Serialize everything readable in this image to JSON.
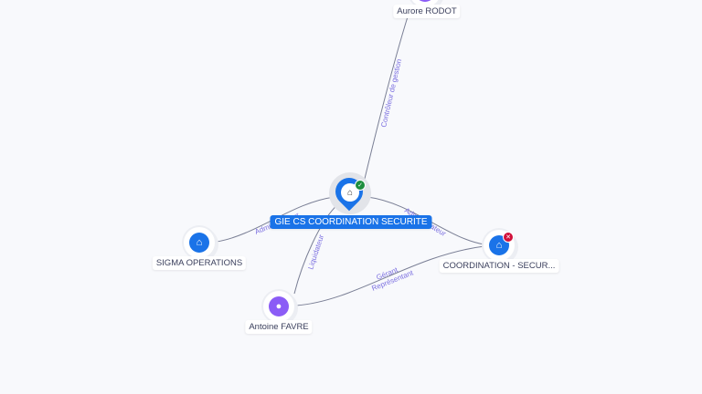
{
  "nodes": {
    "center": {
      "label": "GIE CS COORDINATION SECURITE",
      "icon": "building-icon",
      "status": "active-check"
    },
    "aurore": {
      "label": "Aurore RODOT",
      "icon": "person-icon"
    },
    "sigma": {
      "label": "SIGMA OPERATIONS",
      "icon": "building-icon"
    },
    "coordination": {
      "label": "COORDINATION - SECUR...",
      "icon": "building-icon",
      "status": "closed-x"
    },
    "antoine": {
      "label": "Antoine FAVRE",
      "icon": "person-icon"
    }
  },
  "edges": {
    "aurore_center": "Contrôleur de gestion",
    "sigma_center": "Administrateur",
    "center_coordination": "Administrateur",
    "antoine_center": "Liquidateur",
    "antoine_coordination_1": "Gérant",
    "antoine_coordination_2": "Représentant"
  },
  "colors": {
    "company": "#1a73e8",
    "person": "#8b5cf6",
    "active": "#1e8e3e",
    "closed": "#d0103a",
    "edge_label": "#7b6fe0"
  }
}
